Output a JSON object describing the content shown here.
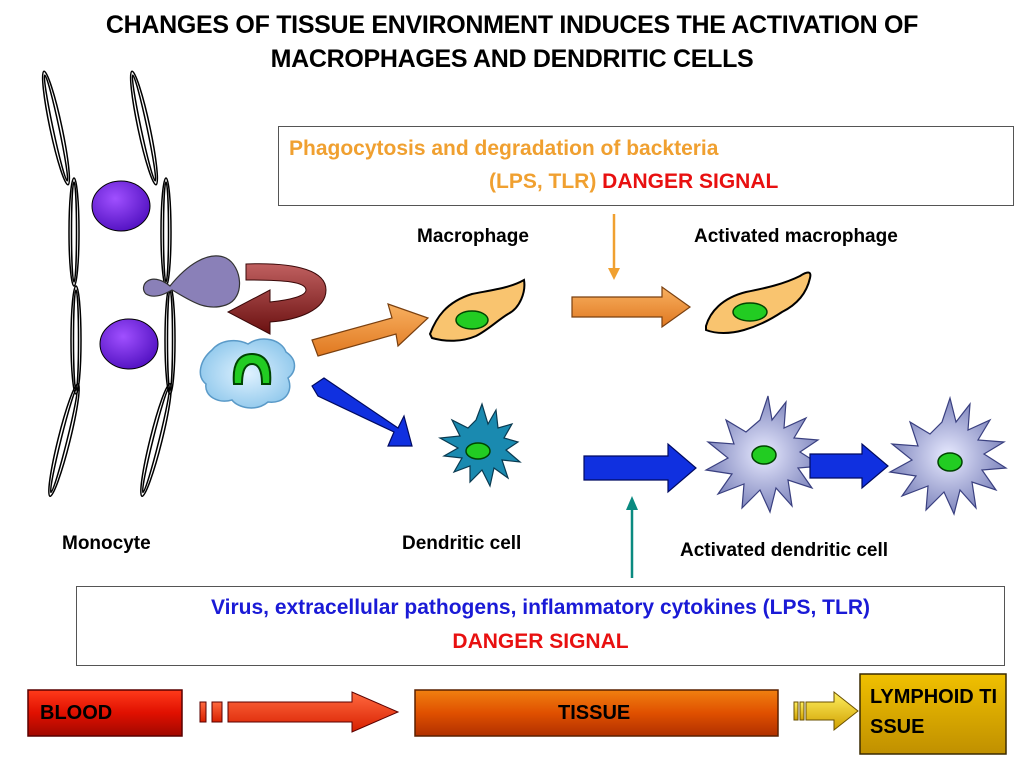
{
  "title": {
    "line1": "CHANGES OF TISSUE ENVIRONMENT INDUCES THE ACTIVATION OF",
    "line2": "MACROPHAGES AND DENDRITIC CELLS"
  },
  "top_box": {
    "line1": "Phagocytosis and degradation of backteria",
    "line2_part1": "(LPS, TLR)",
    "line2_part2": "DANGER SIGNAL"
  },
  "bottom_box": {
    "line1": "Virus, extracellular pathogens, inflammatory cytokines (LPS, TLR)",
    "line2": "DANGER SIGNAL"
  },
  "labels": {
    "macrophage": "Macrophage",
    "activated_macrophage": "Activated macrophage",
    "monocyte": "Monocyte",
    "dendritic_cell": "Dendritic cell",
    "activated_dendritic_cell": "Activated dendritic cell"
  },
  "flow_bar": {
    "blood": "BLOOD",
    "tissue": "TISSUE",
    "lymphoid": "LYMPHOID TISSUE"
  },
  "colors": {
    "danger_red": "#e81010",
    "phago_orange": "#f0a030",
    "signal_blue": "#1a1ad6",
    "macrophage_fill": "#f9c46f",
    "nucleus_green": "#22cc22",
    "dc_teal": "#1a8ab0",
    "activated_dc": "#8a93c4",
    "blue_arrow": "#1030e0"
  }
}
